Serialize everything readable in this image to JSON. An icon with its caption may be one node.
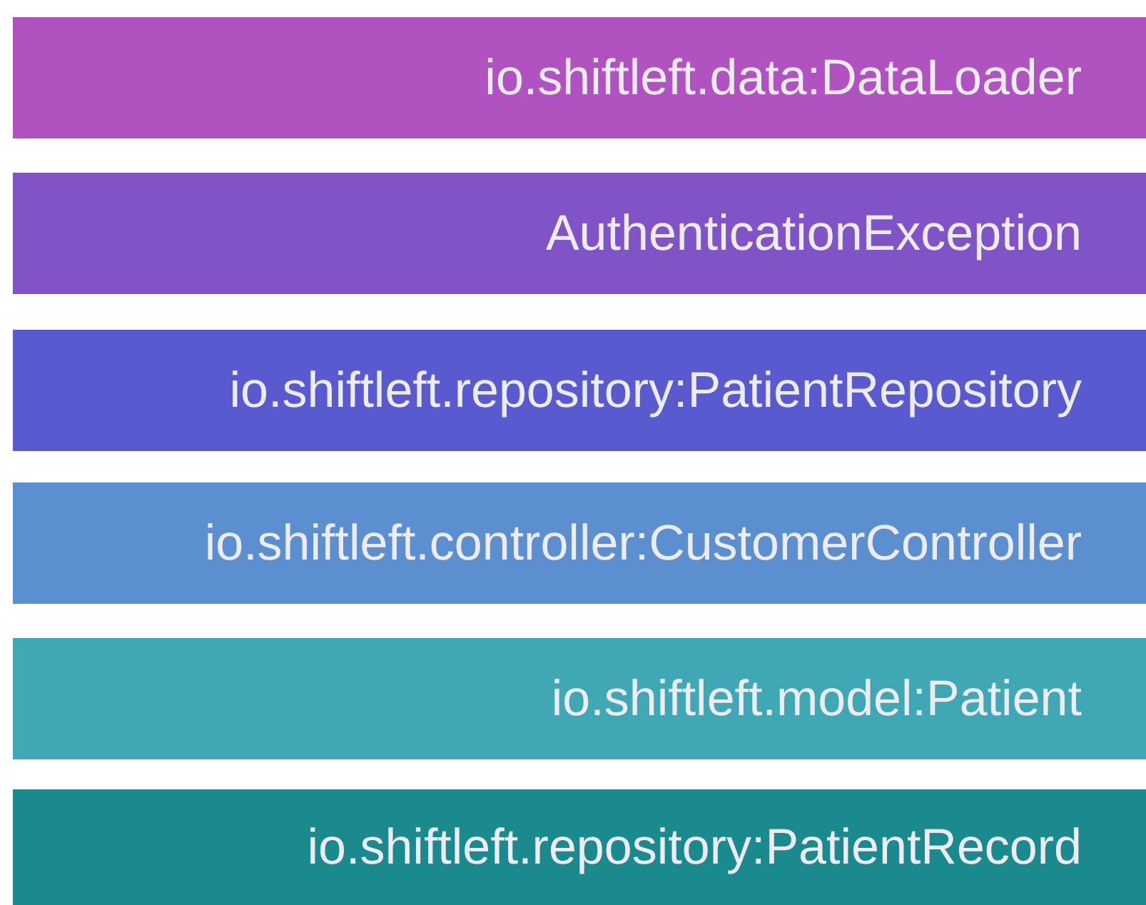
{
  "diagram": {
    "nodes": [
      {
        "text": [
          "io.shiftleft.data:DataLoader"
        ]
      },
      {
        "text": [
          "AuthenticationException"
        ]
      },
      {
        "text": [
          "io.shiftleft.repository:PatientRepository"
        ]
      },
      {
        "text": [
          "io.shiftleft.controller:CustomerController"
        ]
      },
      {
        "text": [
          "io.shiftleft.model:Patient"
        ]
      },
      {
        "text": [
          "io.shiftleft.repository:PatientRecord"
        ]
      }
    ]
  }
}
